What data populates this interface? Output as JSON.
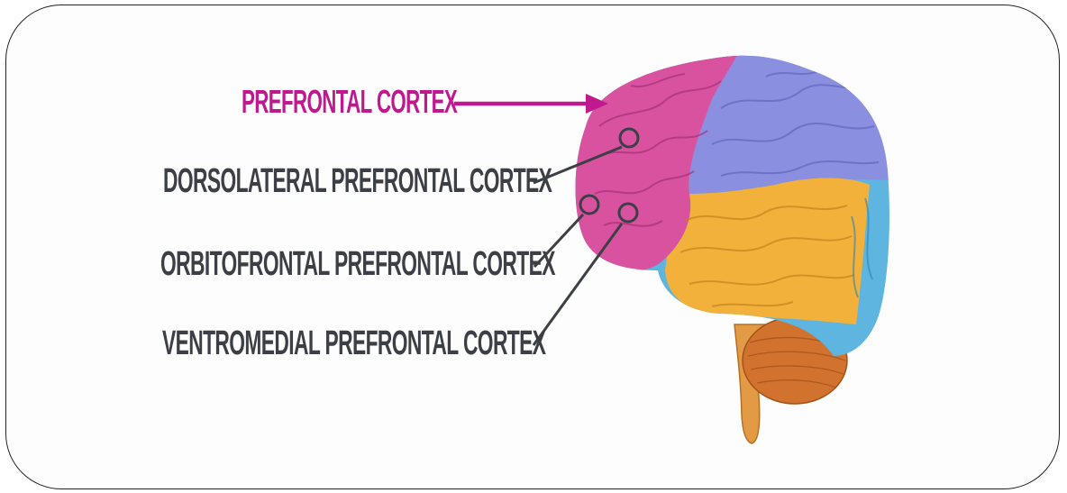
{
  "diagram": {
    "main_label": "PREFRONTAL CORTEX",
    "sub_labels": [
      "DORSOLATERAL PREFRONTAL CORTEX",
      "ORBITOFRONTAL PREFRONTAL CORTEX",
      "VENTROMEDIAL PREFRONTAL CORTEX"
    ]
  },
  "colors": {
    "frontal": "#d9529f",
    "parietal": "#8a8fe0",
    "temporal": "#f2b13a",
    "occipital": "#5db5e0",
    "cerebellum": "#d1732e",
    "brainstem": "#e39a45",
    "accent_label": "#c0198f",
    "text_dark": "#3d3f47"
  }
}
